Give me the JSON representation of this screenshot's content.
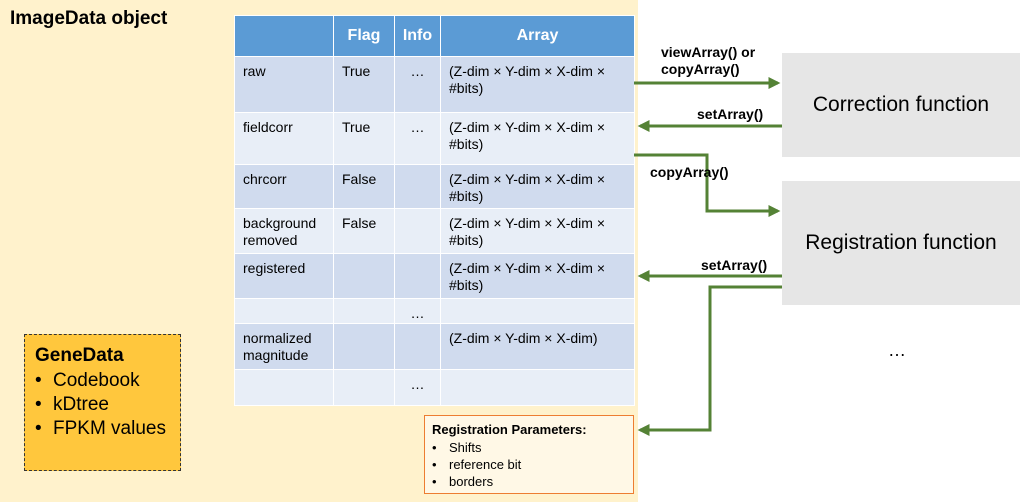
{
  "panel": {
    "title": "ImageData object"
  },
  "table": {
    "headers": [
      "",
      "Flag",
      "Info",
      "Array"
    ],
    "rows": [
      {
        "name": "raw",
        "flag": "True",
        "info": "…",
        "array": "(Z-dim × Y-dim × X-dim × #bits)"
      },
      {
        "name": "fieldcorr",
        "flag": "True",
        "info": "…",
        "array": "(Z-dim × Y-dim × X-dim × #bits)"
      },
      {
        "name": "chrcorr",
        "flag": "False",
        "info": "",
        "array": "(Z-dim × Y-dim × X-dim × #bits)"
      },
      {
        "name": "background removed",
        "flag": "False",
        "info": "",
        "array": "(Z-dim × Y-dim × X-dim × #bits)"
      },
      {
        "name": "registered",
        "flag": "",
        "info": "",
        "array": "(Z-dim × Y-dim × X-dim × #bits)"
      },
      {
        "name": "",
        "flag": "",
        "info": "…",
        "array": ""
      },
      {
        "name": "normalized magnitude",
        "flag": "",
        "info": "",
        "array": "(Z-dim × Y-dim × X-dim)"
      },
      {
        "name": "",
        "flag": "",
        "info": "…",
        "array": ""
      }
    ]
  },
  "genedata": {
    "title": "GeneData",
    "items": [
      "Codebook",
      "kDtree",
      "FPKM values"
    ]
  },
  "reg_params": {
    "title": "Registration Parameters:",
    "items": [
      "Shifts",
      "reference bit",
      "borders"
    ]
  },
  "functions": {
    "correction": "Correction function",
    "registration": "Registration function",
    "more": "…"
  },
  "arrows": {
    "view_copy_line1": "viewArray() or",
    "view_copy_line2": "copyArray()",
    "set_array_1": "setArray()",
    "copy_array": "copyArray()",
    "set_array_2": "setArray()",
    "color": "#548235"
  }
}
